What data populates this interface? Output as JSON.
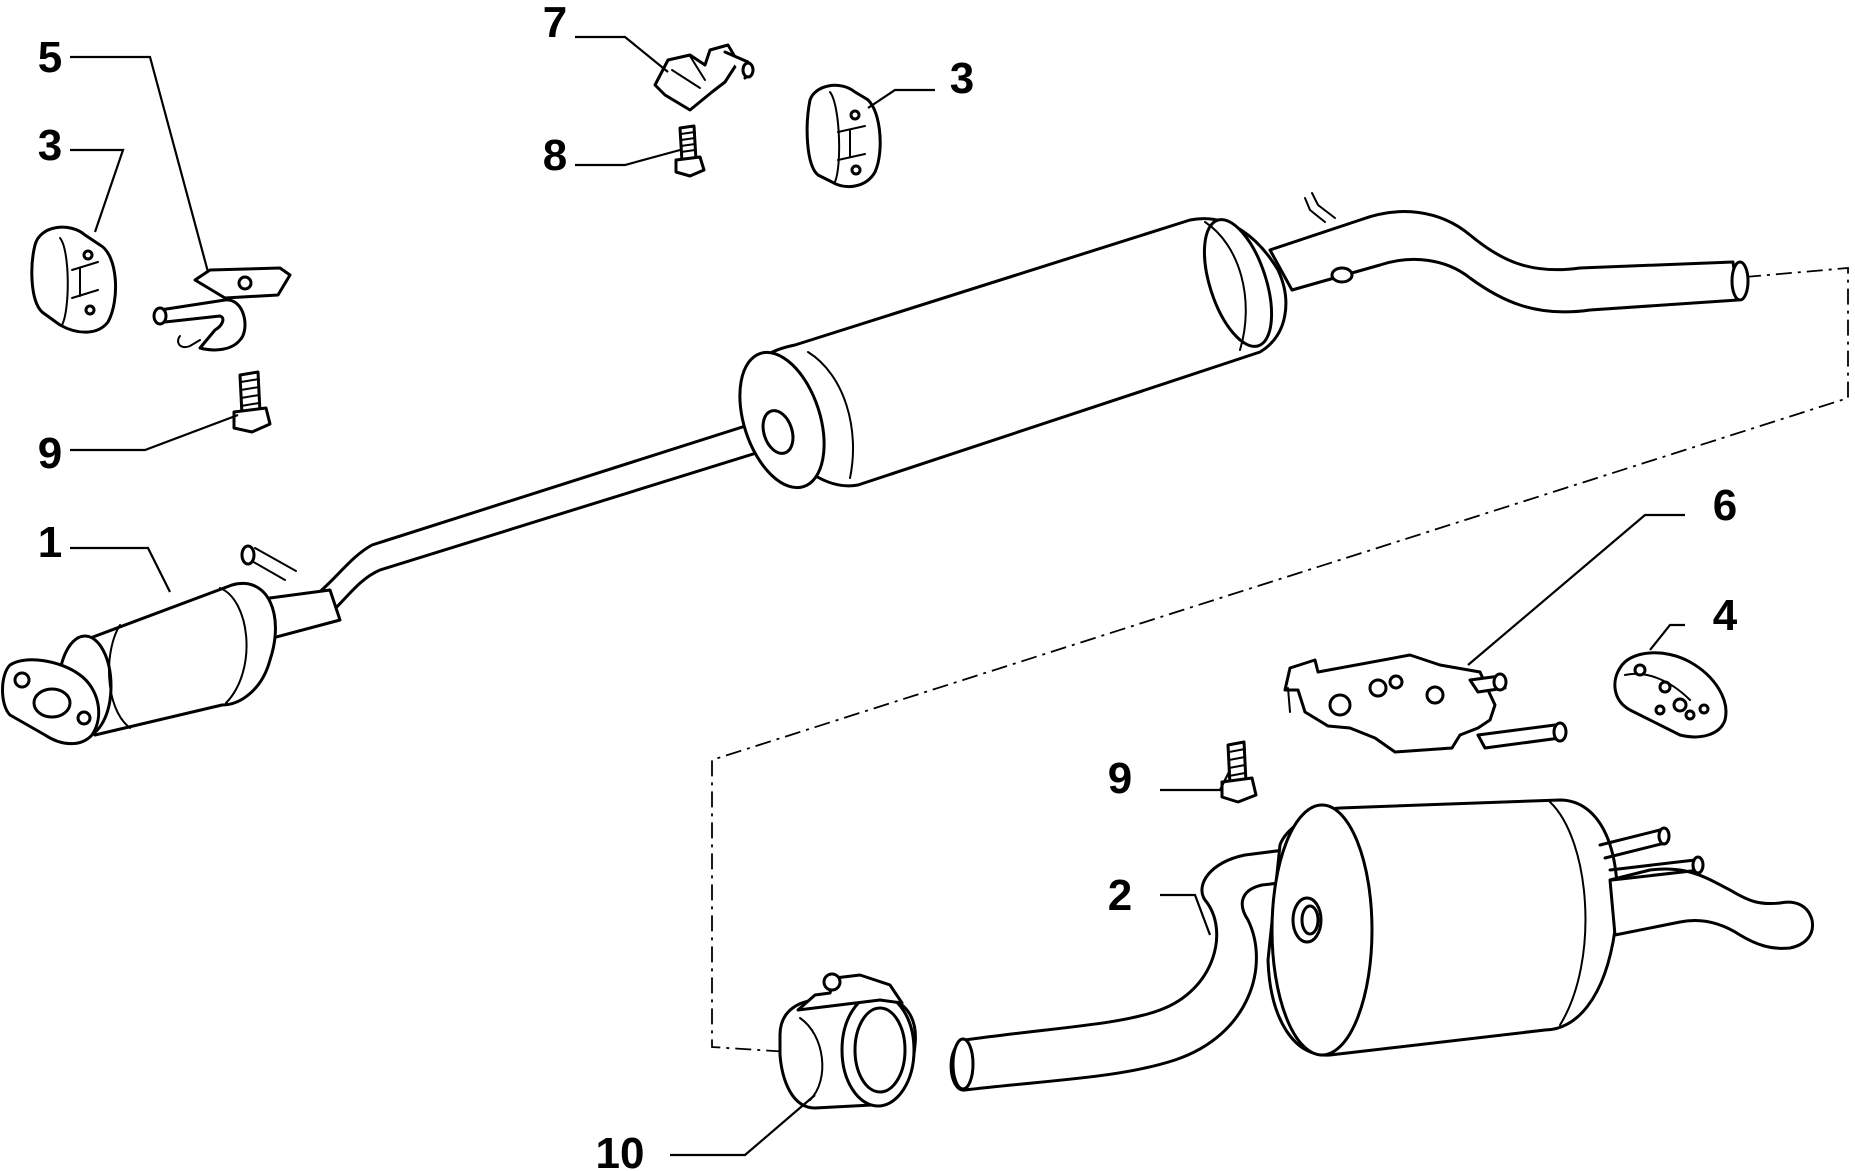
{
  "callouts": [
    {
      "id": "cat",
      "text": "1"
    },
    {
      "id": "rear",
      "text": "2"
    },
    {
      "id": "mount-left",
      "text": "3"
    },
    {
      "id": "mount-top",
      "text": "3"
    },
    {
      "id": "bracket-rear",
      "text": "4"
    },
    {
      "id": "clamp-u",
      "text": "5"
    },
    {
      "id": "hanger",
      "text": "6"
    },
    {
      "id": "clip",
      "text": "7"
    },
    {
      "id": "bolt-top",
      "text": "8"
    },
    {
      "id": "bolt-left",
      "text": "9"
    },
    {
      "id": "bolt-right",
      "text": "9"
    },
    {
      "id": "sleeve",
      "text": "10"
    }
  ]
}
